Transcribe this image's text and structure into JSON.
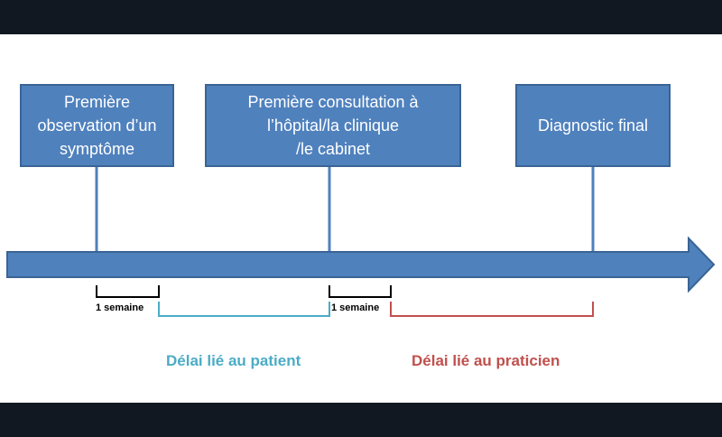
{
  "diagram": {
    "events": [
      {
        "label": "Première\nobservation d’un\nsymptôme"
      },
      {
        "label": "Première consultation à\nl’hôpital/la clinique\n/le cabinet"
      },
      {
        "label": "Diagnostic final"
      }
    ],
    "intervals": [
      {
        "label": "1 semaine"
      },
      {
        "label": "1 semaine"
      }
    ],
    "delays": [
      {
        "label": "Délai lié au patient",
        "color": "#4bacc6"
      },
      {
        "label": "Délai lié au praticien",
        "color": "#c0504d"
      }
    ],
    "colors": {
      "box_fill": "#4f81bd",
      "box_border": "#3a6494",
      "arrow_fill": "#4f81bd",
      "arrow_border": "#3a6494",
      "interval_bracket": "#000000"
    }
  }
}
